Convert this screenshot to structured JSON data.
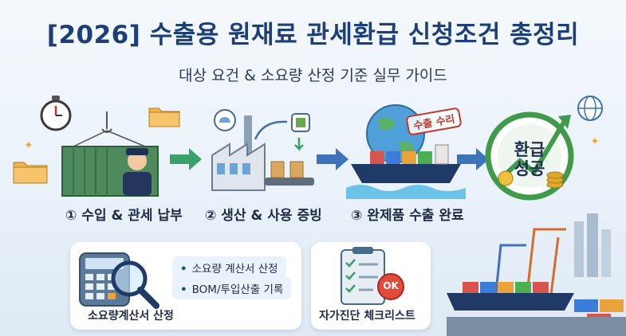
{
  "title": "[2026] 수출용 원재료 관세환급 신청조건 총정리",
  "subtitle": "대상 요건 & 소요량 산정 기준 실무 가이드",
  "steps": [
    {
      "label": "① 수입 & 관세 납부",
      "icon": "container-customs-officer-icon"
    },
    {
      "label": "② 생산 & 사용 증빙",
      "icon": "factory-icon"
    },
    {
      "label": "③ 완제품 수출 완료",
      "icon": "cargo-ship-globe-icon"
    }
  ],
  "stamp": "수출 수리",
  "success_badge": {
    "line1": "환급",
    "line2": "성공"
  },
  "cards": {
    "calc": {
      "label": "소요량계산서 산정",
      "bullets": [
        "소요량 계산서 산정",
        "BOM/투입산출 기록"
      ]
    },
    "checklist": {
      "label": "자가진단 체크리스트",
      "ok": "OK"
    }
  },
  "colors": {
    "title": "#1d3f78",
    "arrow": "#2f8f5f",
    "badge_ring": "#3f9a4a"
  }
}
